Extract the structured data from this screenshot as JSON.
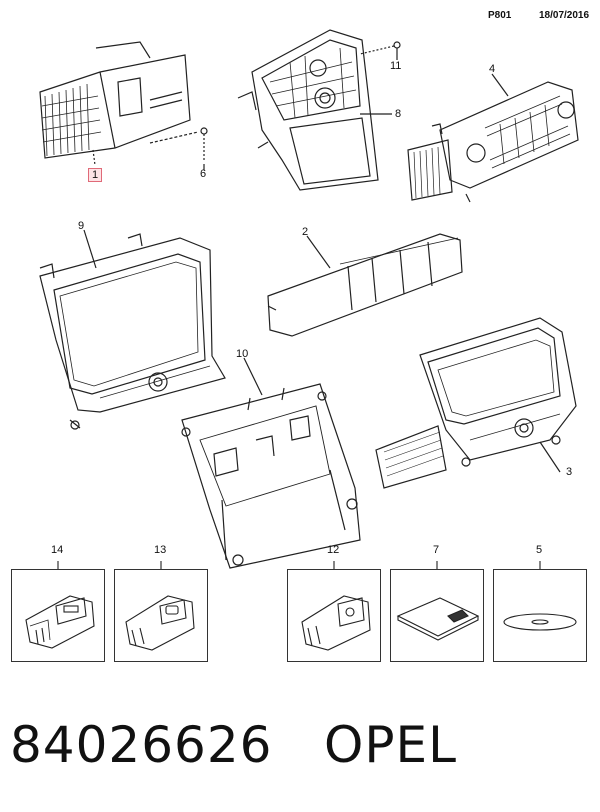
{
  "header": {
    "code": "P801",
    "date": "18/07/2016"
  },
  "callouts": [
    {
      "id": "1",
      "label": "1",
      "highlighted": true,
      "highlight_color": "#e06a78"
    },
    {
      "id": "2",
      "label": "2"
    },
    {
      "id": "3",
      "label": "3"
    },
    {
      "id": "4",
      "label": "4"
    },
    {
      "id": "5",
      "label": "5"
    },
    {
      "id": "6",
      "label": "6"
    },
    {
      "id": "7",
      "label": "7"
    },
    {
      "id": "8",
      "label": "8"
    },
    {
      "id": "9",
      "label": "9"
    },
    {
      "id": "10",
      "label": "10"
    },
    {
      "id": "11",
      "label": "11"
    },
    {
      "id": "12",
      "label": "12"
    },
    {
      "id": "13",
      "label": "13"
    },
    {
      "id": "14",
      "label": "14"
    }
  ],
  "footer": {
    "part_number": "84026626",
    "brand": "OPEL"
  }
}
